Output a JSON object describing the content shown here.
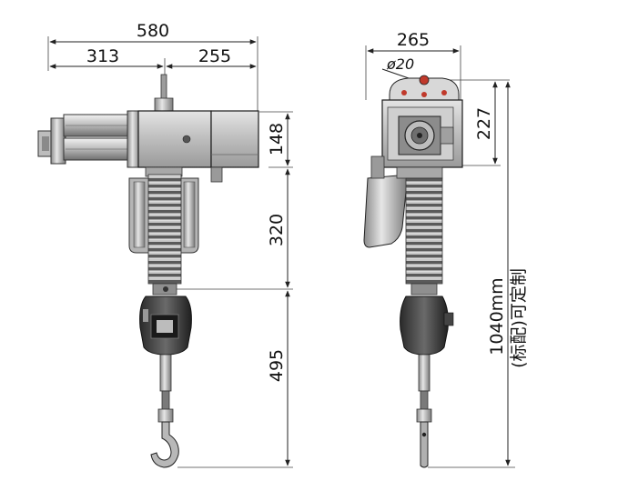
{
  "front_view": {
    "overall_width": "580",
    "left_width": "313",
    "right_width": "255",
    "body_height": "148",
    "coil_height": "320",
    "hook_height": "495"
  },
  "side_view": {
    "width": "265",
    "diameter": "ø20",
    "top_height": "227",
    "total_height": "1040mm",
    "note": "(标配)可定制"
  },
  "colors": {
    "body": "#c9c9c9",
    "body_dark": "#7a7a7a",
    "coil": "#8e8e8e",
    "handle": "#3a3a3a",
    "accent_red": "#c0392b"
  }
}
